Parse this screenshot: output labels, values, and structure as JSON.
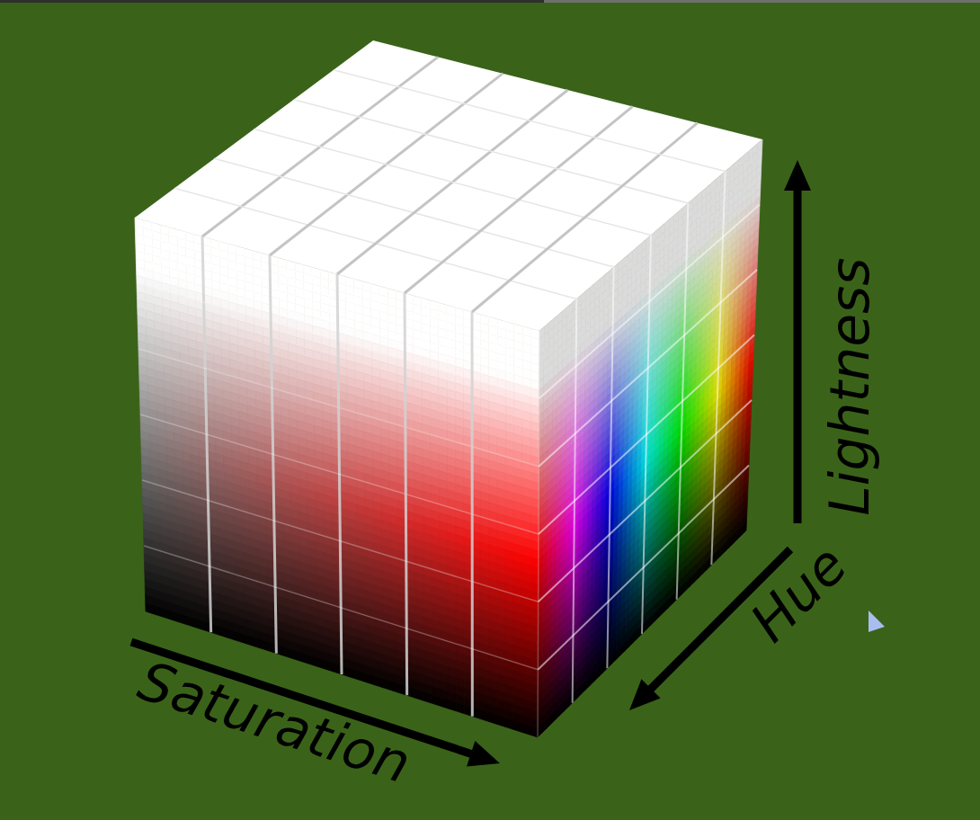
{
  "diagram": {
    "labels": [
      "Saturation",
      "Hue",
      "Lightness"
    ]
  }
}
